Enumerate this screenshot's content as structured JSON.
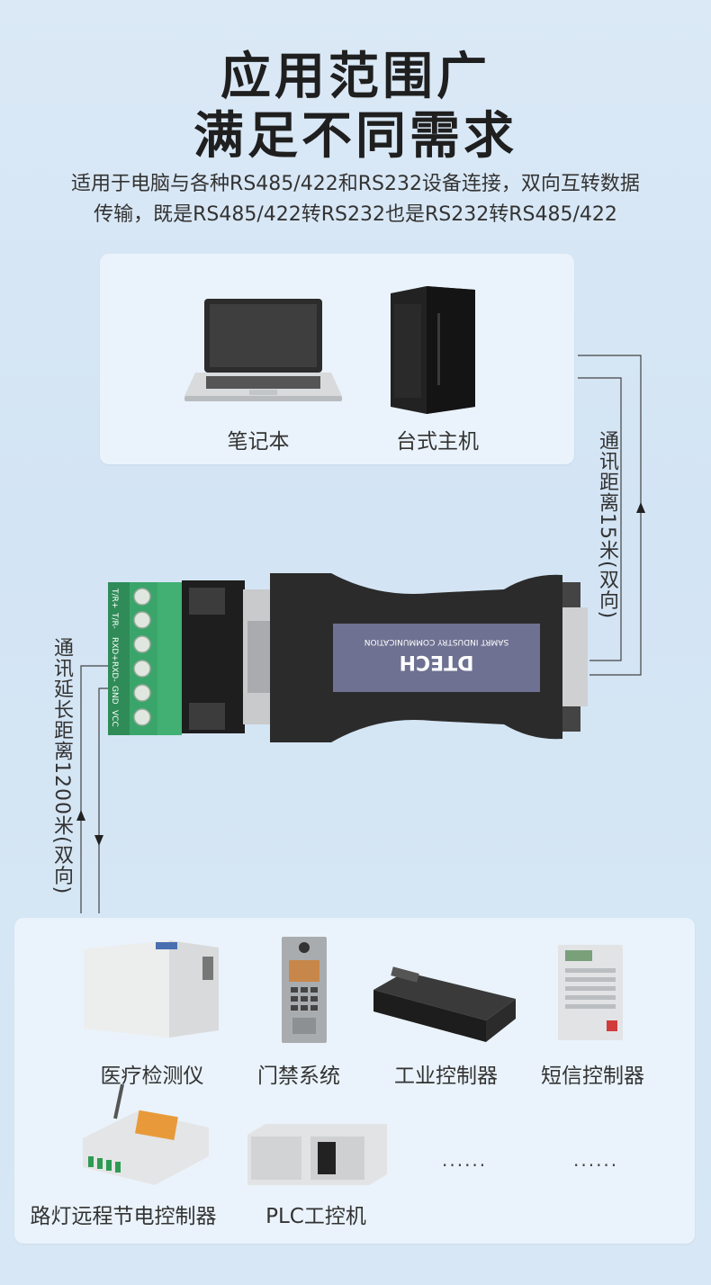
{
  "header": {
    "title_line1": "应用范围广",
    "title_line2": "满足不同需求",
    "desc_line1": "适用于电脑与各种RS485/422和RS232设备连接，双向互转数据",
    "desc_line2": "传输，既是RS485/422转RS232也是RS232转RS485/422"
  },
  "top_devices": [
    {
      "label": "笔记本"
    },
    {
      "label": "台式主机"
    }
  ],
  "right_distance": "通讯距离15米(双向)",
  "left_distance": "通讯延长距离1200米(双向)",
  "adapter": {
    "brand": "DTECH",
    "tagline": "SAMRT INDUSTRY COMMUNICATION",
    "terminals": [
      "T/R+",
      "T/R-",
      "RXD+",
      "RXD-",
      "GND",
      "VCC"
    ]
  },
  "bottom_devices": [
    {
      "label": "医疗检测仪"
    },
    {
      "label": "门禁系统"
    },
    {
      "label": "工业控制器"
    },
    {
      "label": "短信控制器"
    },
    {
      "label": "路灯远程节电控制器"
    },
    {
      "label": "PLC工控机"
    },
    {
      "label": "......"
    },
    {
      "label": "......"
    }
  ],
  "colors": {
    "background": "#d7e7f5",
    "card": "#eaf3fb",
    "terminal_green": "#3aa56a",
    "adapter_black": "#2b2b2b",
    "label_panel": "#6e7191"
  }
}
